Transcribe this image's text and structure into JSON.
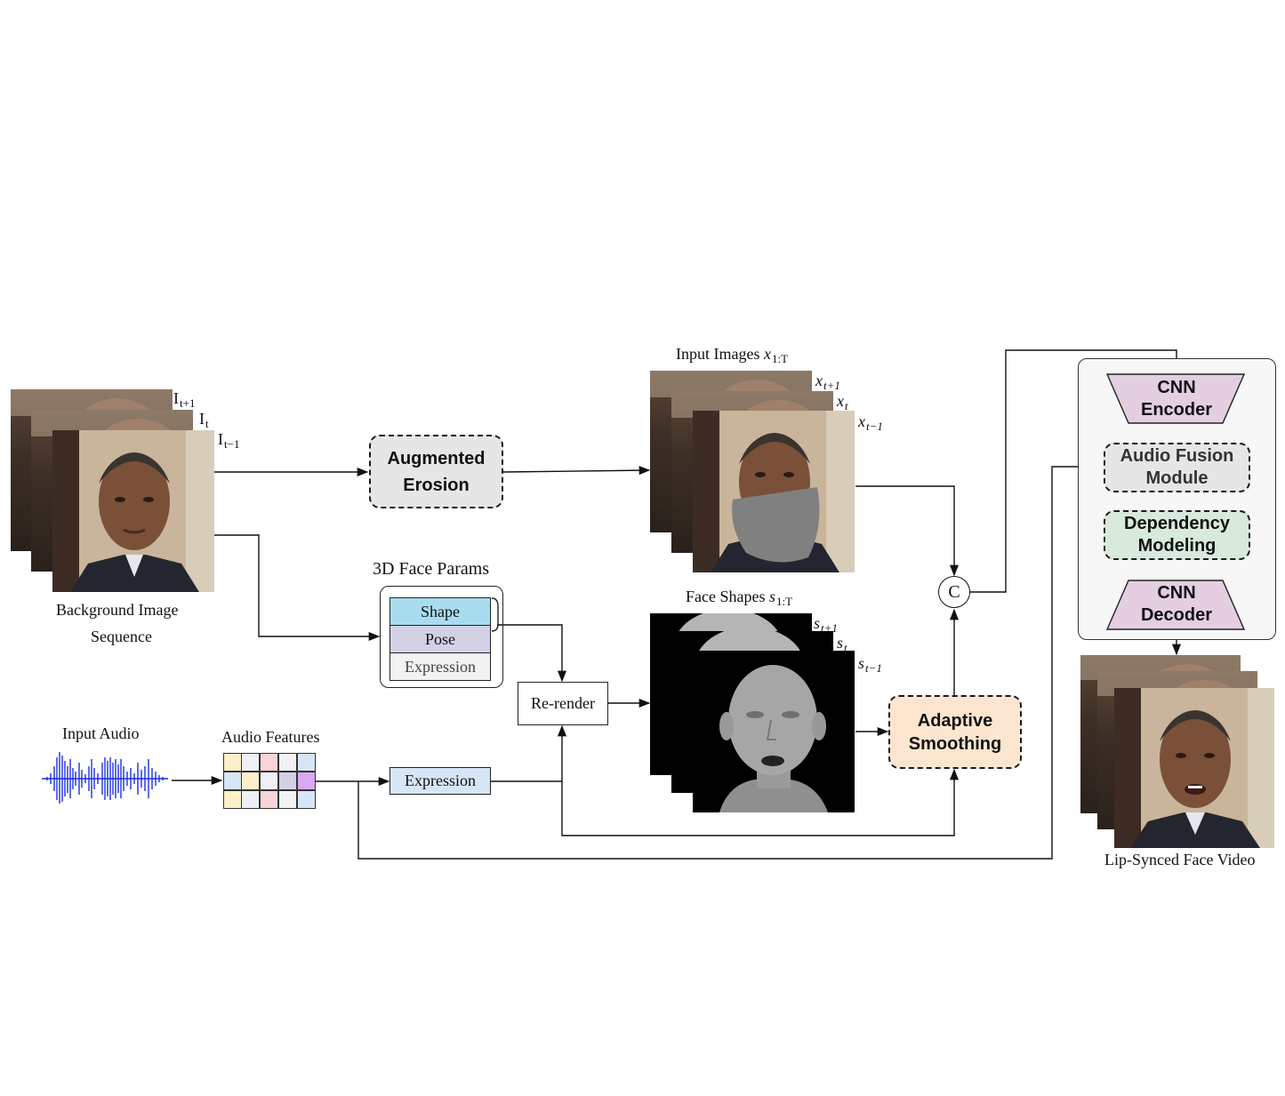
{
  "background_sequence": {
    "caption_line1": "Background Image",
    "caption_line2": "Sequence",
    "frame_labels": [
      {
        "base": "I",
        "sub": "t+1"
      },
      {
        "base": "I",
        "sub": "t"
      },
      {
        "base": "I",
        "sub": "t−1"
      }
    ]
  },
  "augmented_erosion": {
    "label": "Augmented\nErosion"
  },
  "input_images": {
    "title_text": "Input Images",
    "title_math_base": "x",
    "title_math_sub": "1:T",
    "frame_labels": [
      {
        "base": "x",
        "sub": "t+1"
      },
      {
        "base": "x",
        "sub": "t"
      },
      {
        "base": "x",
        "sub": "t−1"
      }
    ]
  },
  "face_params": {
    "title": "3D Face Params",
    "rows": [
      "Shape",
      "Pose",
      "Expression"
    ]
  },
  "rerender": {
    "label": "Re-render"
  },
  "face_shapes": {
    "title_text": "Face Shapes",
    "title_math_base": "s",
    "title_math_sub": "1:T",
    "frame_labels": [
      {
        "base": "s",
        "sub": "t+1"
      },
      {
        "base": "s",
        "sub": "t"
      },
      {
        "base": "s",
        "sub": "t−1"
      }
    ]
  },
  "adaptive_smoothing": {
    "label": "Adaptive\nSmoothing"
  },
  "concat": {
    "label": "C"
  },
  "input_audio": {
    "label": "Input Audio"
  },
  "audio_features": {
    "label": "Audio Features"
  },
  "expression_box": {
    "label": "Expression"
  },
  "network": {
    "encoder": "CNN\nEncoder",
    "audio_fusion": "Audio Fusion\nModule",
    "dependency": "Dependency\nModeling",
    "decoder": "CNN\nDecoder"
  },
  "output": {
    "caption": "Lip-Synced Face Video"
  },
  "colors": {
    "erosion_fill": "#e6e6e6",
    "smoothing_fill": "#fde6cf",
    "shape_fill": "#a9dcef",
    "pose_fill": "#d4d0e6",
    "expression_fill": "#f2f2f2",
    "expression_box_fill": "#d7e6f6",
    "trapezoid_fill": "#e3cfe0",
    "dependency_fill": "#d8eadb",
    "audio_fusion_fill": "#e6e6e6",
    "panel_fill": "#f7f7f7",
    "waveform": "#1a2fe0",
    "mask_gray": "#808080"
  }
}
